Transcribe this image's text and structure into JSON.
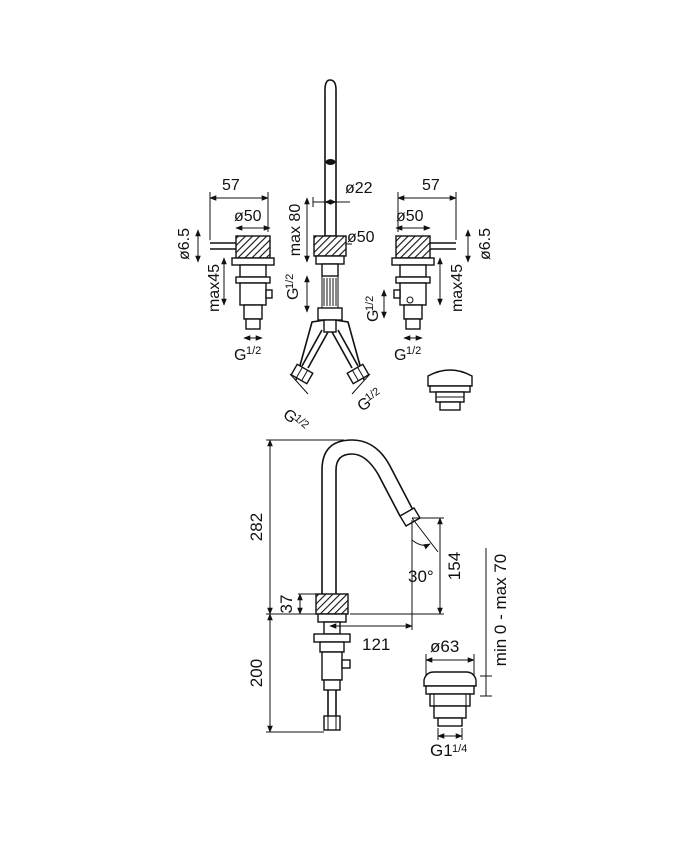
{
  "top_view": {
    "left_valve": {
      "width": "57",
      "diameter": "ø50",
      "lever": "ø6.5",
      "height": "max45",
      "connection_g": "G",
      "connection_frac": "1/2"
    },
    "right_valve": {
      "width": "57",
      "diameter": "ø50",
      "lever": "ø6.5",
      "height": "max45",
      "connection_g": "G",
      "connection_frac": "1/2"
    },
    "spout": {
      "diameter": "ø22",
      "base_diameter": "ø50",
      "height": "max 80",
      "connection_g": "G",
      "connection_frac": "1/2"
    },
    "hose_left": {
      "connection_g": "G",
      "connection_frac": "1/2"
    },
    "hose_right": {
      "connection_g": "G",
      "connection_frac": "1/2"
    }
  },
  "side_view": {
    "height_total": "282",
    "base_height": "37",
    "below_deck": "200",
    "reach": "121",
    "outlet_height": "154",
    "angle": "30°",
    "waste": {
      "diameter": "ø63",
      "connection": "G1",
      "connection_frac": "1/4",
      "range": "min 0 - max 70"
    }
  }
}
